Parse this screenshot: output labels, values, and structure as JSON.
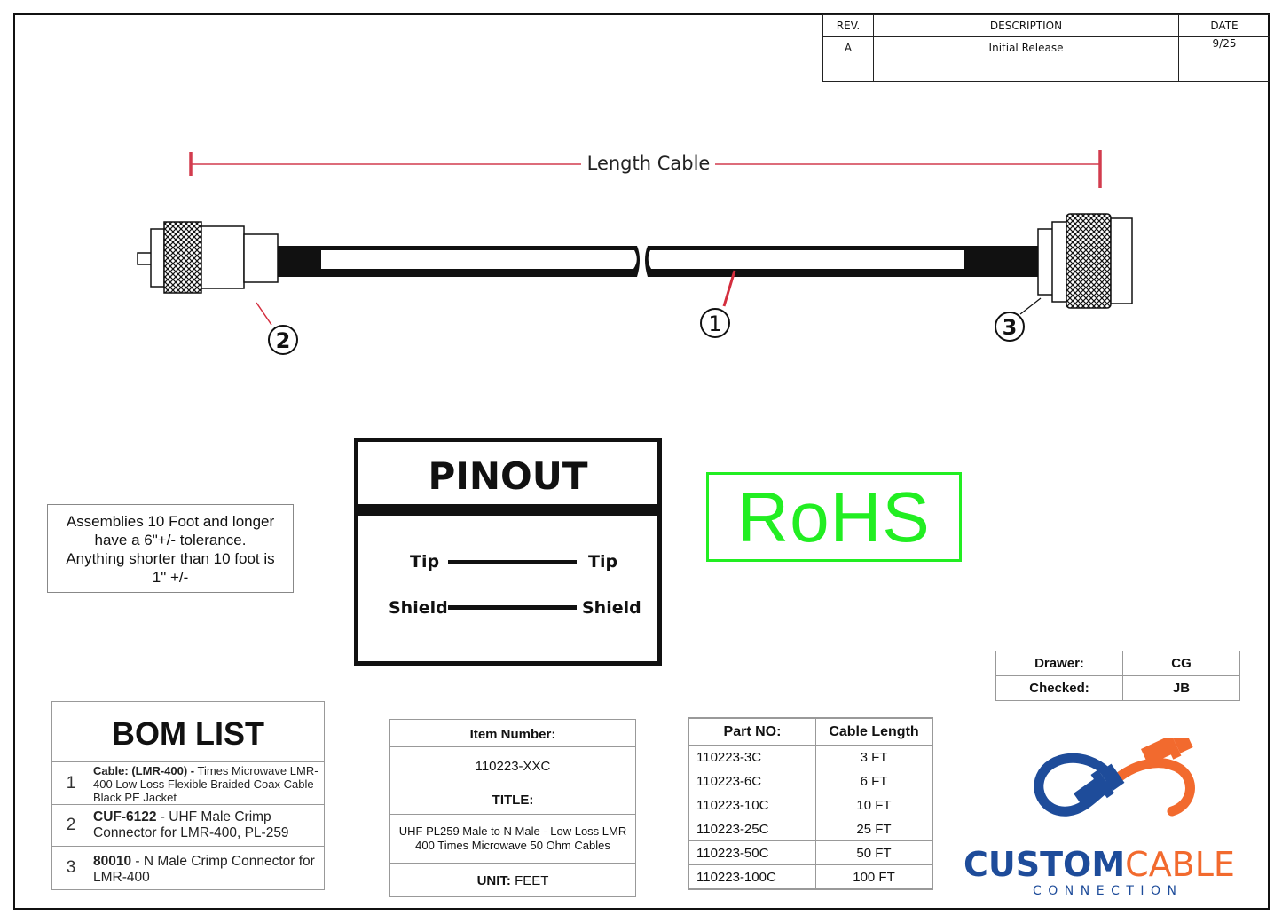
{
  "revision_table": {
    "headers": [
      "REV.",
      "DESCRIPTION",
      "DATE"
    ],
    "rows": [
      [
        "A",
        "Initial Release",
        "9/25"
      ],
      [
        "",
        "",
        ""
      ]
    ]
  },
  "drawing": {
    "length_label": "Length Cable",
    "callouts": [
      "1",
      "2",
      "3"
    ],
    "colors": {
      "dimension": "#d23c4e",
      "callout_leader": "#d42e3e"
    }
  },
  "note": "Assemblies 10 Foot and longer have a 6\"+/- tolerance. Anything shorter than 10 foot is 1\" +/-",
  "pinout": {
    "title": "PINOUT",
    "pins": [
      {
        "left": "Tip",
        "right": "Tip"
      },
      {
        "left": "Shield",
        "right": "Shield"
      }
    ]
  },
  "rohs": {
    "text": "RoHS",
    "color": "#22ee22"
  },
  "signoff": {
    "rows": [
      {
        "label": "Drawer:",
        "value": "CG"
      },
      {
        "label": "Checked:",
        "value": "JB"
      }
    ]
  },
  "bom": {
    "title": "BOM LIST",
    "items": [
      {
        "num": "1",
        "part": "Cable: (LMR-400) -",
        "desc": " Times Microwave LMR-400 Low Loss Flexible Braided Coax Cable Black PE Jacket"
      },
      {
        "num": "2",
        "part": "CUF-6122",
        "desc": " - UHF Male Crimp Connector for LMR-400, PL-259"
      },
      {
        "num": "3",
        "part": "80010",
        "desc": " - N Male Crimp Connector for LMR-400"
      }
    ]
  },
  "item": {
    "item_number_label": "Item Number:",
    "item_number": "110223-XXC",
    "title_label": "TITLE:",
    "title": "UHF PL259 Male to N Male - Low Loss LMR 400 Times Microwave 50 Ohm Cables",
    "unit_label": "UNIT:",
    "unit": " FEET"
  },
  "parts": {
    "headers": [
      "Part NO:",
      "Cable Length"
    ],
    "rows": [
      [
        "110223-3C",
        "3 FT"
      ],
      [
        "110223-6C",
        "6 FT"
      ],
      [
        "110223-10C",
        "10 FT"
      ],
      [
        "110223-25C",
        "25 FT"
      ],
      [
        "110223-50C",
        "50 FT"
      ],
      [
        "110223-100C",
        "100 FT"
      ]
    ]
  },
  "logo": {
    "word1": "CUSTOM",
    "word2": "CABLE",
    "sub": "CONNECTION",
    "colors": {
      "blue": "#1e4c9a",
      "orange": "#f26a2e"
    }
  }
}
